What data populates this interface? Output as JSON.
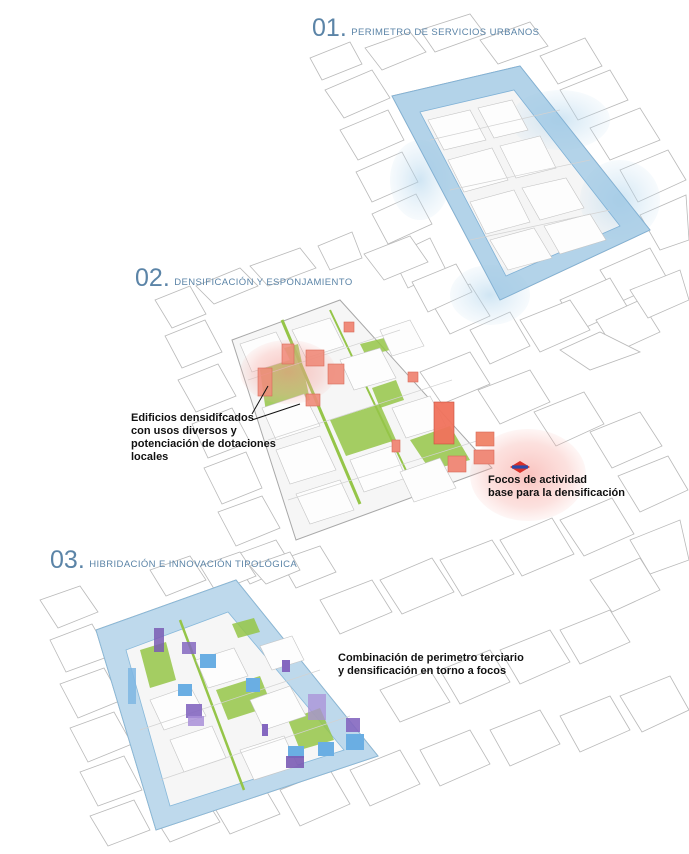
{
  "sections": [
    {
      "number": "01",
      "dot": ".",
      "title": "PERIMETRO DE SERVICIOS URBANOS"
    },
    {
      "number": "02",
      "dot": ".",
      "title": "DENSIFICACIÓN Y ESPONJAMIENTO"
    },
    {
      "number": "03",
      "dot": ".",
      "title": "HIBRIDACIÓN E INNOVACIÓN TIPOLÓGICA"
    }
  ],
  "annotations": {
    "densified_buildings": [
      "Edificios densidifcados",
      "con usos diversos y",
      "potenciación de dotaciones",
      "locales"
    ],
    "activity_focus": [
      "Focos de actividad",
      "base para la densificación"
    ],
    "combination": [
      "Combinación de perimetro terciario",
      "y densificación en torno a focos"
    ]
  },
  "colors": {
    "heading": "#5b84a7",
    "perimeter_blue": "#9cc7e4",
    "green_space": "#95c548",
    "densified_red": "#f07d6a",
    "focus_glow": "#f6a8a0",
    "innovation_purple": "#7a5bb4",
    "building_outline": "#b9b9b9"
  },
  "icons": {
    "metro": "metro-station-icon"
  }
}
